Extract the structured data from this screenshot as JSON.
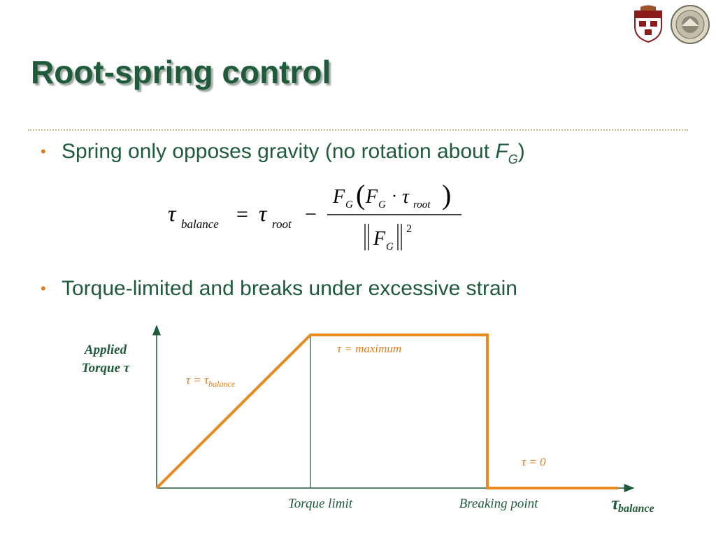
{
  "slide": {
    "title": "Root-spring control",
    "bullets": [
      {
        "text_main": "Spring only opposes gravity (no rotation about ",
        "italic_var": "F",
        "subscript": "G",
        "text_close": ")"
      },
      {
        "text_main": "Torque-limited and breaks under excessive strain"
      }
    ],
    "formula": {
      "lhs_symbol": "τ",
      "lhs_subscript": "balance",
      "equals": "=",
      "root_symbol": "τ",
      "root_subscript": "root",
      "minus": "−",
      "num_F1": "F",
      "num_F1_sub": "G",
      "num_F2": "F",
      "num_F2_sub": "G",
      "dot": "·",
      "num_tau": "τ",
      "num_tau_sub": "root",
      "den_F": "F",
      "den_F_sub": "G",
      "den_exp": "2"
    },
    "colors": {
      "title": "#1f5a3a",
      "accent": "#e07b1a",
      "rule": "#c8b98a"
    },
    "icons": [
      "brown-university-shield-icon",
      "seal-icon"
    ]
  },
  "chart_data": {
    "type": "line",
    "ylabel_line1": "Applied",
    "ylabel_line2": "Torque",
    "ylabel_symbol": "τ",
    "xlabel_symbol": "τ",
    "xlabel_subscript": "balance",
    "x_ticks": [
      "Torque limit",
      "Breaking point"
    ],
    "x_tick_positions": [
      1,
      2.15
    ],
    "x_range": [
      0,
      3
    ],
    "y_range": [
      0,
      1
    ],
    "series": [
      {
        "x": [
          0,
          1,
          1,
          2.15,
          2.15,
          3
        ],
        "y": [
          0,
          1,
          1,
          1,
          0,
          0
        ]
      }
    ],
    "annotations": [
      {
        "symbol": "τ",
        "text": " = ",
        "sub_symbol": "τ",
        "subscript": "balance"
      },
      {
        "symbol": "τ",
        "text": " = maximum"
      },
      {
        "symbol": "τ",
        "text": " = 0"
      }
    ]
  }
}
